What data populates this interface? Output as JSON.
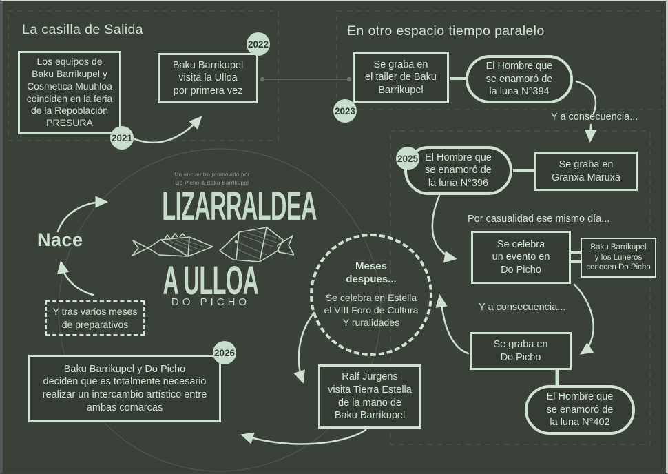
{
  "colors": {
    "background": "#3a4138",
    "mint": "#cfe2d2",
    "box_fill": "#353c34",
    "badge_fill": "#c9ddcd",
    "badge_text": "#313830"
  },
  "sections": {
    "salida": {
      "heading": "La casilla de Salida"
    },
    "paralelo": {
      "heading": "En otro espacio tiempo paralelo"
    }
  },
  "nodes": {
    "equipos": {
      "text": "Los equipos de\nBaku Barrikupel y\nCosmetica Muuhloa\ncoinciden en la feria\nde la Repoblación\nPRESURA",
      "year": "2021"
    },
    "visita": {
      "text": "Baku Barrikupel\nvisita la Ulloa\npor primera vez",
      "year": "2022"
    },
    "taller": {
      "text": "Se graba en\nel taller de Baku\nBarrikupel",
      "year": "2023"
    },
    "luna394": {
      "text": "El Hombre que\nse enamoró de\nla luna N°394"
    },
    "consecuencia1": {
      "text": "Y a consecuencia..."
    },
    "luna396": {
      "text": "El Hombre que\nse enamoró de\nla luna N°396",
      "year": "2025"
    },
    "granxa": {
      "text": "Se graba en\nGranxa Maruxa"
    },
    "casualidad": {
      "text": "Por casualidad ese mismo día..."
    },
    "evento": {
      "text": "Se celebra\nun evento en\nDo Picho"
    },
    "luneros": {
      "text": "Baku Barrikupel\ny los Luneros\nconocen Do Picho"
    },
    "consecuencia2": {
      "text": "Y a consecuencia..."
    },
    "graba_picho": {
      "text": "Se graba en\nDo Picho"
    },
    "luna402": {
      "text": "El Hombre que\nse enamoró de\nla luna N°402"
    },
    "deciden": {
      "text": "Baku Barrikupel y Do Picho\ndeciden que es totalmente necesario\nrealizar un intercambio artístico entre\nambas comarcas",
      "year": "2026"
    },
    "ralf": {
      "text": "Ralf Jurgens\nvisita Tierra Estella\nde la mano de\nBaku Barrikupel"
    },
    "meses_circle": {
      "line1": "Meses\ndespues...",
      "line2": "Se celebra en Estella\nel VIII Foro de Cultura\nY ruralidades"
    },
    "nace": {
      "text": "Nace"
    },
    "preparativos": {
      "text": "Y tras varios meses\nde preparativos"
    }
  },
  "logo": {
    "kicker": "Un encuentro promovido por\nDo Picho & Baku Barrikupel",
    "title_line1": "LIZARRALDEA",
    "title_line2": "A ULLOA",
    "subtitle": "DO PICHO",
    "fish_icon": "two-sketch-fish"
  }
}
